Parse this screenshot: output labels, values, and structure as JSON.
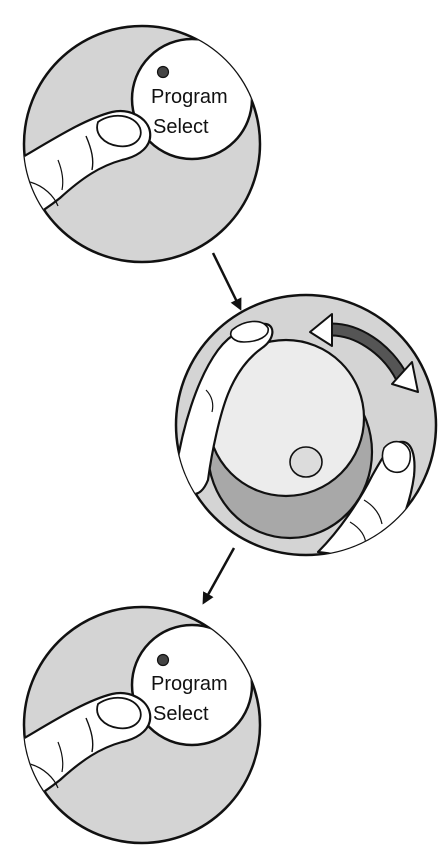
{
  "steps": [
    {
      "button": {
        "line1": "Program",
        "line2": "Select"
      }
    },
    {
      "dial": {
        "rotation": "bidirectional"
      }
    },
    {
      "button": {
        "line1": "Program",
        "line2": "Select"
      }
    }
  ],
  "colors": {
    "circle_fill": "#d4d4d4",
    "outline": "#111111",
    "skin": "#ffffff",
    "dial_face": "#ececec",
    "dial_shadow": "#a8a8a8",
    "arrow_dark": "#555555",
    "indicator_dot": "#444444"
  }
}
